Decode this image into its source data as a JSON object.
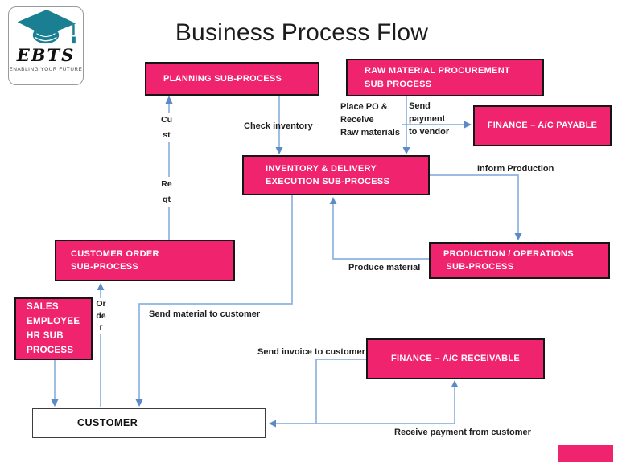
{
  "title": "Business Process Flow",
  "logo": {
    "name": "EBTS",
    "tagline": "ENABLING YOUR FUTURE"
  },
  "colors": {
    "node_fill": "#F0246E",
    "node_border": "#151515",
    "node_text": "#FFFFFF",
    "connector_line": "#8FB3DE",
    "connector_arrowhead": "#5B8AC7",
    "logo_teal": "#1B7F93",
    "title_text": "#1C1C1C"
  },
  "nodes": {
    "planning": {
      "label": "PLANNING SUB-PROCESS"
    },
    "raw_material": {
      "label": "RAW MATERIAL PROCUREMENT\nSUB PROCESS"
    },
    "finance_payable": {
      "label": "FINANCE – A/C PAYABLE"
    },
    "inventory": {
      "label": "INVENTORY & DELIVERY\nEXECUTION SUB-PROCESS"
    },
    "customer_order": {
      "label": "CUSTOMER ORDER\nSUB-PROCESS"
    },
    "production": {
      "label": "PRODUCTION / OPERATIONS\n SUB-PROCESS"
    },
    "sales_hr": {
      "label": "SALES\nEMPLOYEE\nHR SUB\nPROCESS"
    },
    "finance_receivable": {
      "label": "FINANCE – A/C RECEIVABLE"
    },
    "customer": {
      "label": "CUSTOMER"
    }
  },
  "edges": {
    "check_inventory": "Check inventory",
    "place_po": "Place PO &\nReceive\nRaw materials",
    "send_payment": "Send\npayment\nto vendor",
    "inform_production": "Inform Production",
    "produce_material": "Produce material",
    "send_material": "Send material to customer",
    "send_invoice": "Send invoice to customer",
    "receive_payment": "Receive payment from customer",
    "cust_req_part1": "Cust",
    "cust_req_part2": "Reqt",
    "order": "Order"
  }
}
